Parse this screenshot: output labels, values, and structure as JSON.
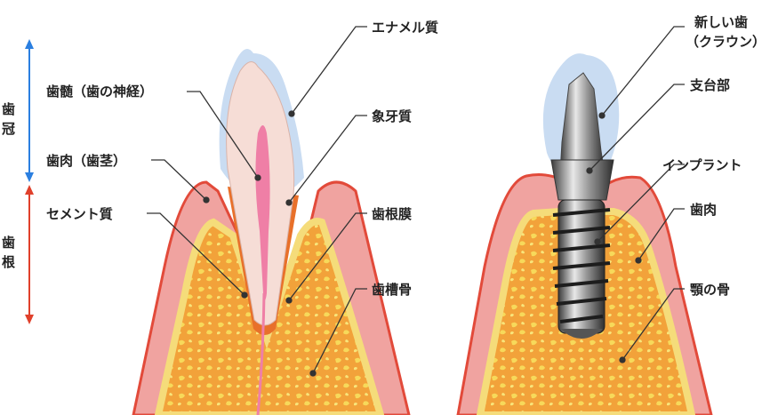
{
  "side_labels": {
    "crown": [
      "歯",
      "冠"
    ],
    "root": [
      "歯",
      "根"
    ]
  },
  "natural_tooth": {
    "enamel": "エナメル質",
    "pulp": "歯髄（歯の神経）",
    "dentin": "象牙質",
    "gum": "歯肉（歯茎）",
    "periodontal_ligament": "歯根膜",
    "cementum": "セメント質",
    "alveolar_bone": "歯槽骨"
  },
  "implant": {
    "crown": [
      "新しい歯",
      "（クラウン）"
    ],
    "abutment": "支台部",
    "implant": "インプラント",
    "gum": "歯肉",
    "jaw_bone": "顎の骨"
  },
  "colors": {
    "crown_arrow": "#2b7fe0",
    "root_arrow": "#e0402b",
    "gum": "#f0a3a0",
    "gum_edge": "#e24a3a",
    "bone": "#f5dc7a",
    "enamel": "#c9dcf2",
    "dentin": "#f6ddd6",
    "pulp": "#ef7fa6",
    "ligament": "#e8702a"
  }
}
